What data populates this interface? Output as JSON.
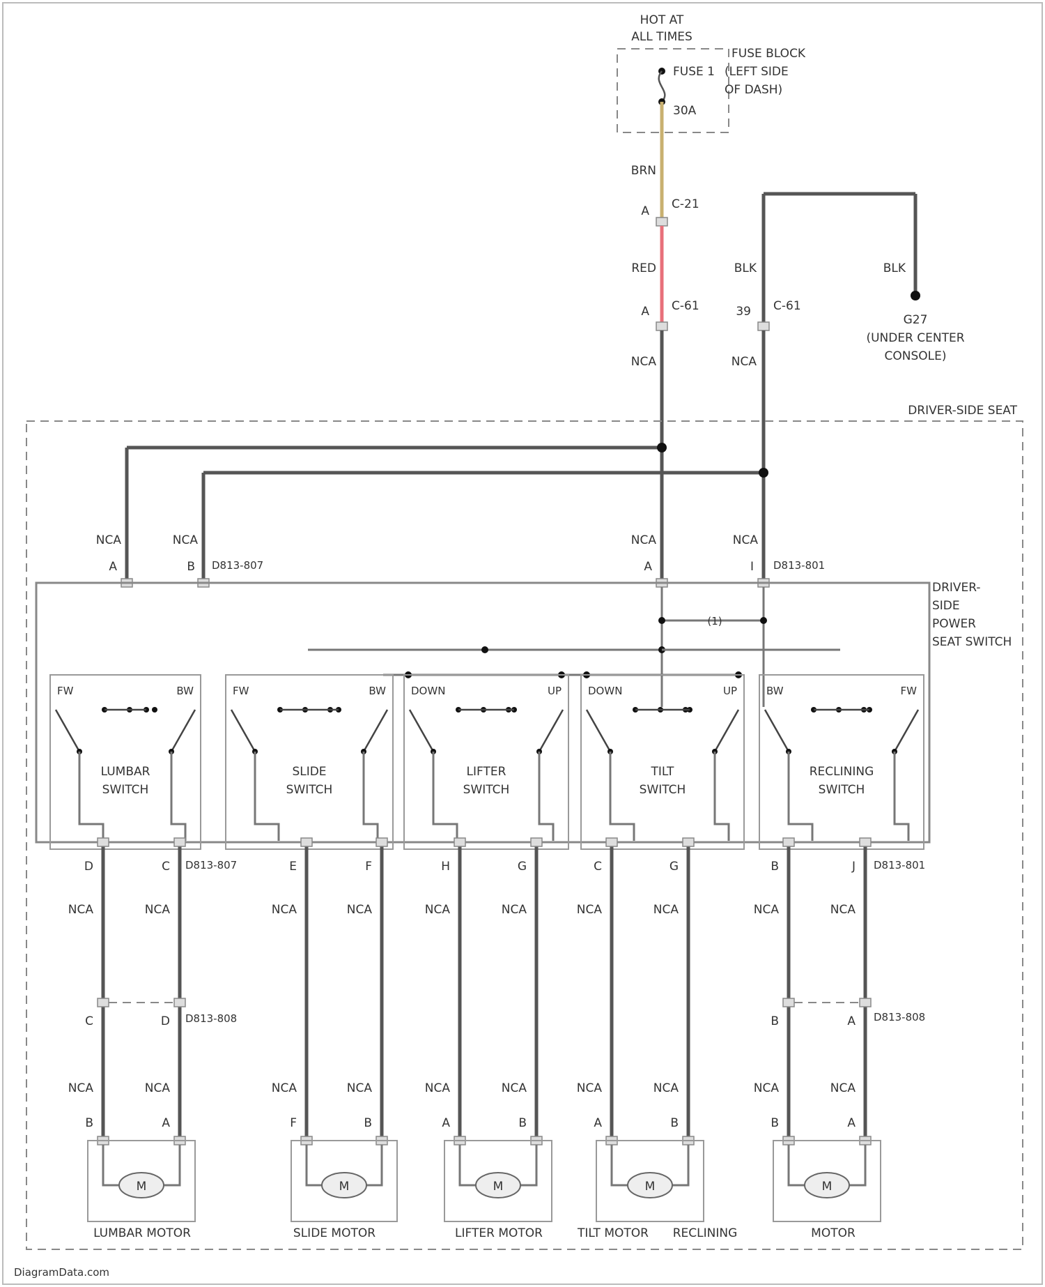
{
  "colors": {
    "wire_brn": "#c8b070",
    "wire_red": "#e8707a",
    "wire": "#555555"
  },
  "power": {
    "hot_line1": "HOT AT",
    "hot_line2": "ALL TIMES",
    "fuse_block_line1": "FUSE BLOCK",
    "fuse_block_line2": "(LEFT SIDE",
    "fuse_block_line3": "OF DASH)",
    "fuse_label": "FUSE 1",
    "fuse_rating": "30A"
  },
  "wires": {
    "brn": "BRN",
    "red": "RED",
    "blk_left": "BLK",
    "blk_right": "BLK",
    "nca": "NCA",
    "c21_pin": "A",
    "c21": "C-21",
    "c61_pin_a": "A",
    "c61_a": "C-61",
    "c61_pin_b": "39",
    "c61_b": "C-61"
  },
  "ground": {
    "id": "G27",
    "loc_line1": "(UNDER CENTER",
    "loc_line2": "CONSOLE)"
  },
  "seat": {
    "title": "DRIVER-SIDE SEAT"
  },
  "switch_block": {
    "title_line1": "DRIVER-",
    "title_line2": "SIDE",
    "title_line3": "POWER",
    "title_line4": "SEAT SWITCH",
    "jumper_label": "(1)"
  },
  "connectors": {
    "top_left": "D813-807",
    "top_right": "D813-801",
    "bottom_left": "D813-807",
    "bottom_right": "D813-801",
    "motor_left": "D813-808",
    "motor_right": "D813-808"
  },
  "pins_top": [
    "A",
    "B",
    "A",
    "I"
  ],
  "pins_bottom": [
    "D",
    "C",
    "E",
    "F",
    "H",
    "G",
    "C",
    "G",
    "B",
    "J"
  ],
  "pins_mid": [
    "C",
    "D",
    "B",
    "A"
  ],
  "pins_motor": [
    "B",
    "A",
    "F",
    "B",
    "A",
    "B",
    "A",
    "B",
    "B",
    "A"
  ],
  "switches": [
    {
      "name_line1": "LUMBAR",
      "name_line2": "SWITCH",
      "left": "FW",
      "right": "BW"
    },
    {
      "name_line1": "SLIDE",
      "name_line2": "SWITCH",
      "left": "FW",
      "right": "BW"
    },
    {
      "name_line1": "LIFTER",
      "name_line2": "SWITCH",
      "left": "DOWN",
      "right": "UP"
    },
    {
      "name_line1": "TILT",
      "name_line2": "SWITCH",
      "left": "DOWN",
      "right": "UP"
    },
    {
      "name_line1": "RECLINING",
      "name_line2": "SWITCH",
      "left": "BW",
      "right": "FW"
    }
  ],
  "motors": {
    "symbol": "M",
    "labels": [
      "LUMBAR MOTOR",
      "SLIDE MOTOR",
      "LIFTER MOTOR",
      "TILT MOTOR",
      "RECLINING",
      "MOTOR"
    ]
  },
  "footer": {
    "source": "DiagramData.com"
  }
}
